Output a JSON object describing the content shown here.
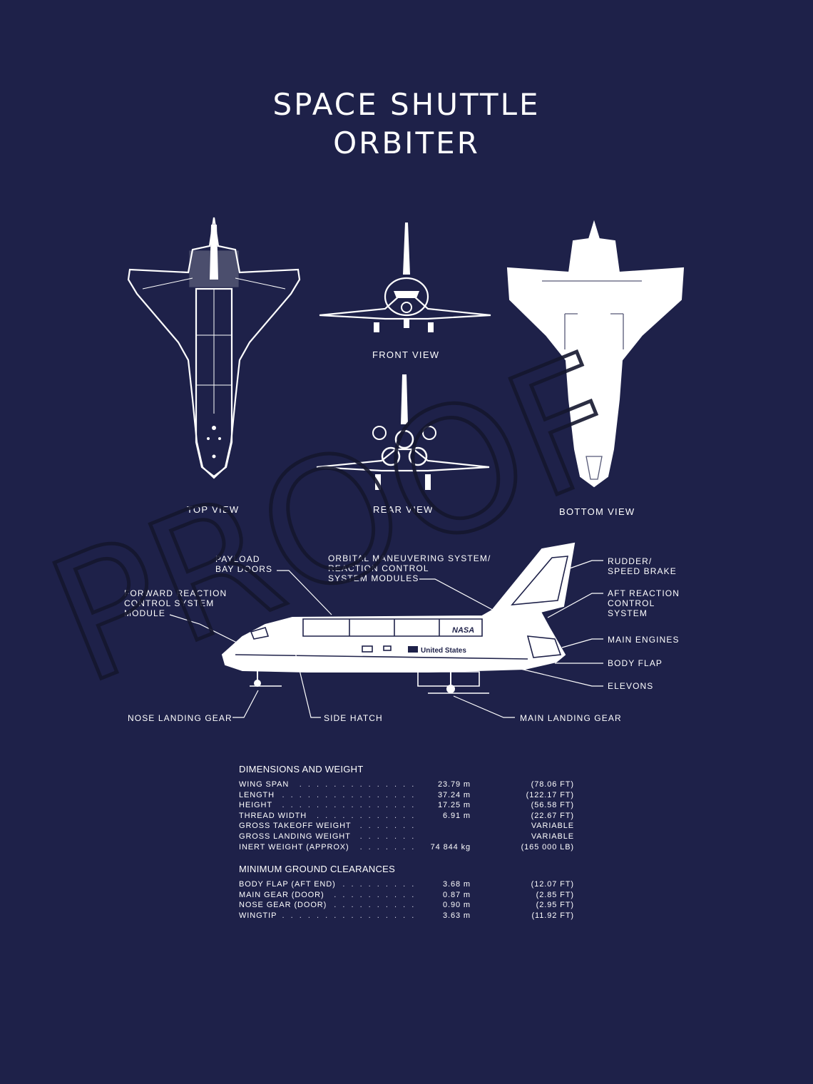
{
  "title": {
    "line1": "SPACE SHUTTLE",
    "line2": "ORBITER"
  },
  "views": {
    "top": "TOP VIEW",
    "front": "FRONT VIEW",
    "rear": "REAR VIEW",
    "bottom": "BOTTOM VIEW"
  },
  "side_view_callouts": {
    "payload_bay_doors": "PAYLOAD\nBAY DOORS",
    "oms_rcs": "ORBITAL MANEUVERING SYSTEM/\nREACTION CONTROL\nSYSTEM MODULES",
    "rudder": "RUDDER/\nSPEED BRAKE",
    "forward_rcs": "FORWARD REACTION\nCONTROL SYSTEM\nMODULE",
    "aft_rcs": "AFT REACTION\nCONTROL\nSYSTEM",
    "main_engines": "MAIN ENGINES",
    "body_flap": "BODY FLAP",
    "elevons": "ELEVONS",
    "nose_landing_gear": "NOSE LANDING GEAR",
    "side_hatch": "SIDE HATCH",
    "main_landing_gear": "MAIN LANDING GEAR"
  },
  "orbiter_markings": {
    "agency": "NASA",
    "country": "United States"
  },
  "dimensions": {
    "heading": "DIMENSIONS AND WEIGHT",
    "rows": [
      {
        "label": "WING SPAN",
        "metric": "23.79 m",
        "imperial": "(78.06 FT)"
      },
      {
        "label": "LENGTH",
        "metric": "37.24 m",
        "imperial": "(122.17 FT)"
      },
      {
        "label": "HEIGHT",
        "metric": "17.25 m",
        "imperial": "(56.58 FT)"
      },
      {
        "label": "THREAD WIDTH",
        "metric": "6.91 m",
        "imperial": "(22.67 FT)"
      },
      {
        "label": "GROSS TAKEOFF WEIGHT",
        "metric": "",
        "imperial": "VARIABLE"
      },
      {
        "label": "GROSS LANDING WEIGHT",
        "metric": "",
        "imperial": "VARIABLE"
      },
      {
        "label": "INERT WEIGHT (APPROX)",
        "metric": "74 844 kg",
        "imperial": "(165 000 LB)"
      }
    ]
  },
  "clearances": {
    "heading": "MINIMUM GROUND CLEARANCES",
    "rows": [
      {
        "label": "BODY FLAP (AFT END)",
        "metric": "3.68 m",
        "imperial": "(12.07 FT)"
      },
      {
        "label": "MAIN GEAR (DOOR)",
        "metric": "0.87 m",
        "imperial": "(2.85 FT)"
      },
      {
        "label": "NOSE GEAR (DOOR)",
        "metric": "0.90 m",
        "imperial": "(2.95 FT)"
      },
      {
        "label": "WINGTIP",
        "metric": "3.63 m",
        "imperial": "(11.92 FT)"
      }
    ]
  },
  "watermark": "PROOF",
  "colors": {
    "background": "#1e2149",
    "ink": "#ffffff",
    "watermark": "#15172e"
  }
}
